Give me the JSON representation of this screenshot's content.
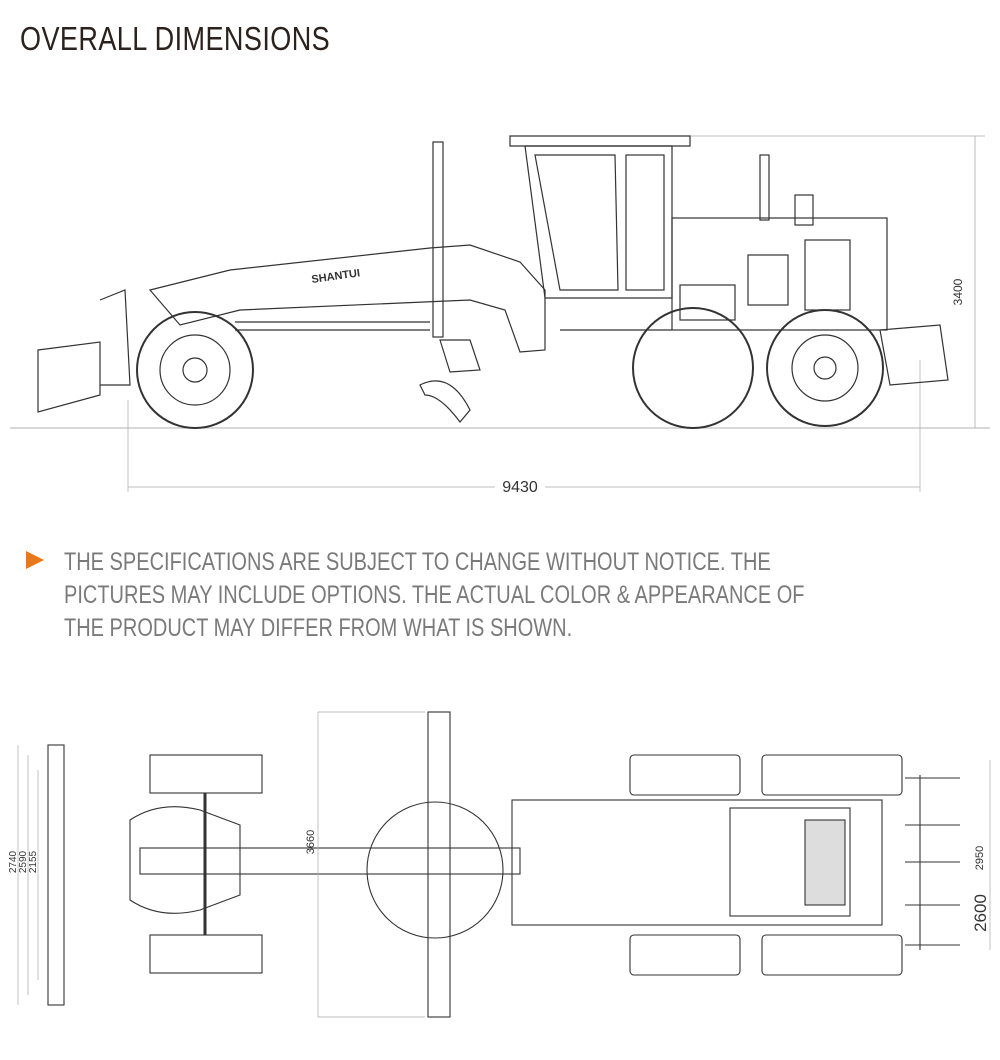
{
  "title": "OVERALL DIMENSIONS",
  "note": {
    "icon": "play-arrow-icon",
    "accent_color": "#e8781e",
    "lines": [
      "THE SPECIFICATIONS ARE SUBJECT TO CHANGE WITHOUT NOTICE. THE",
      "PICTURES MAY INCLUDE OPTIONS. THE ACTUAL COLOR & APPEARANCE OF",
      "THE PRODUCT MAY DIFFER FROM WHAT IS SHOWN."
    ]
  },
  "side_view": {
    "brand": "SHANTUI",
    "height_dim": "3400",
    "length_dim": "9430"
  },
  "top_view": {
    "blade_span_dim": "3660",
    "front_dims": [
      "2740",
      "2590",
      "2155"
    ],
    "rear_dims": [
      "2950",
      "2600"
    ]
  }
}
